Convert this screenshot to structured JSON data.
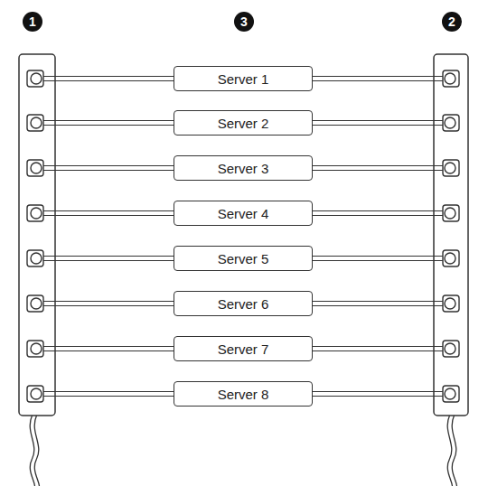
{
  "diagram": {
    "nodes": [
      {
        "text": [
          "Server 1"
        ]
      },
      {
        "text": [
          "Server 2"
        ]
      },
      {
        "text": [
          "Server 3"
        ]
      },
      {
        "text": [
          "Server 4"
        ]
      },
      {
        "text": [
          "Server 5"
        ]
      },
      {
        "text": [
          "Server 6"
        ]
      },
      {
        "text": [
          "Server 7"
        ]
      },
      {
        "text": [
          "Server 8"
        ]
      }
    ],
    "labels": [
      "1",
      "3",
      "2"
    ]
  }
}
